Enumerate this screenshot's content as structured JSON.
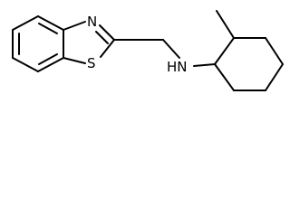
{
  "molecule": {
    "atoms": {
      "n_ring": "N",
      "s_ring": "S",
      "nh_amine": "HN"
    }
  }
}
